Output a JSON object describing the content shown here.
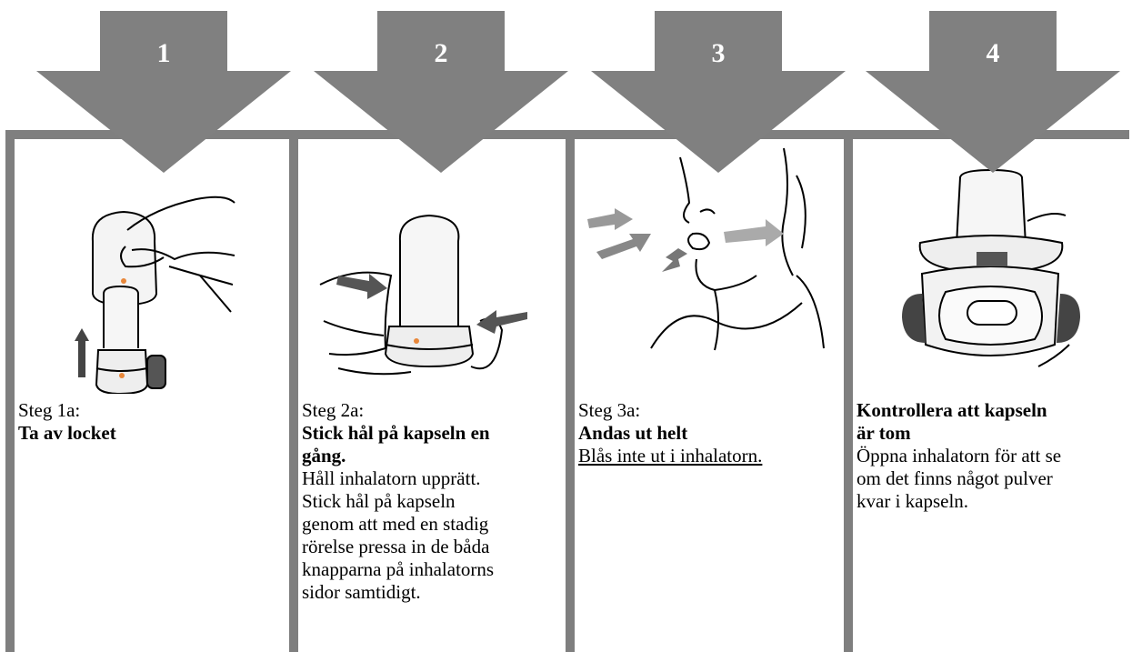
{
  "steps": [
    {
      "number": "1",
      "lines": [
        {
          "text": "Steg 1a:",
          "style": "normal"
        },
        {
          "text": "Ta av locket",
          "style": "bold"
        }
      ]
    },
    {
      "number": "2",
      "lines": [
        {
          "text": "Steg 2a:",
          "style": "normal"
        },
        {
          "text": "Stick hål på kapseln en",
          "style": "bold"
        },
        {
          "text": "gång.",
          "style": "bold"
        },
        {
          "text": "Håll inhalatorn upprätt.",
          "style": "normal"
        },
        {
          "text": "Stick hål på kapseln",
          "style": "normal"
        },
        {
          "text": "genom att med en stadig",
          "style": "normal"
        },
        {
          "text": "rörelse pressa in de båda",
          "style": "normal"
        },
        {
          "text": "knapparna på inhalatorns",
          "style": "normal"
        },
        {
          "text": "sidor samtidigt.",
          "style": "normal"
        }
      ]
    },
    {
      "number": "3",
      "lines": [
        {
          "text": "Steg 3a:",
          "style": "normal"
        },
        {
          "text": "Andas ut helt",
          "style": "bold"
        },
        {
          "text": "Blås inte ut i inhalatorn.",
          "style": "underline"
        }
      ]
    },
    {
      "number": "4",
      "lines": [
        {
          "text": "Kontrollera att kapseln",
          "style": "bold"
        },
        {
          "text": "är tom",
          "style": "bold"
        },
        {
          "text": "Öppna inhalatorn för att se",
          "style": "normal"
        },
        {
          "text": "om det finns något pulver",
          "style": "normal"
        },
        {
          "text": "kvar i kapseln.",
          "style": "normal"
        }
      ]
    }
  ],
  "colors": {
    "arrow": "#808080",
    "frame": "#7f7f7f",
    "accent": "#e8873a"
  }
}
